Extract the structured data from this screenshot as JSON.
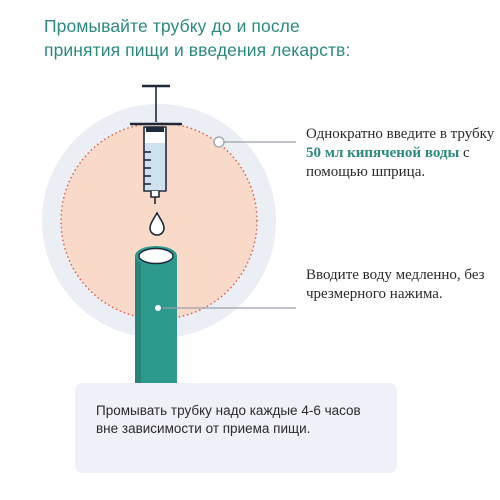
{
  "title_line1": "Промывайте трубку до и после",
  "title_line2": "принятия пищи и введения лекарств:",
  "note1": {
    "before": "Однократно введите в трубку ",
    "highlight": "50 мл кипяченой воды",
    "after": " с помощью шприца."
  },
  "note2": "Вводите воду медленно, без чрезмерного нажима.",
  "info_text": "Промывать трубку надо каждые 4-6 часов вне зависимости от приема пищи.",
  "colors": {
    "accent": "#2a8a80",
    "tube": "#2e9a8e",
    "outer_circle": "#eceef6",
    "inner_circle": "#f9d9c8",
    "dots": "#e0604a",
    "line": "#1e2a3a"
  }
}
